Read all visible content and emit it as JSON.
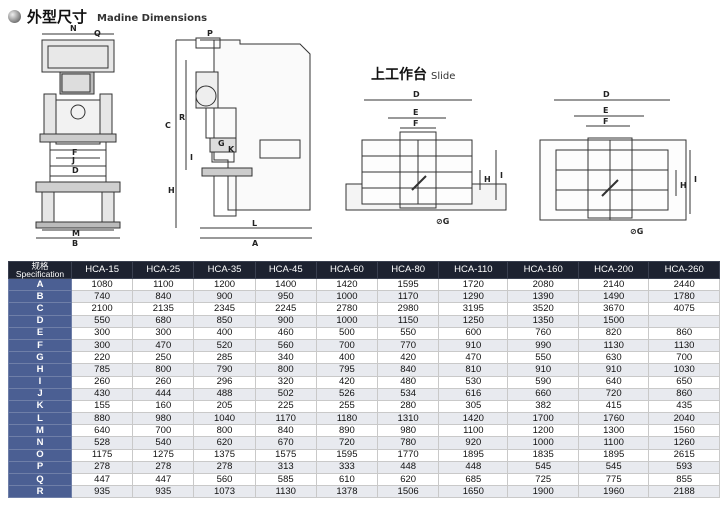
{
  "header": {
    "title_cn": "外型尺寸",
    "title_en": "Madine Dimensions"
  },
  "slide": {
    "title_cn": "上工作台",
    "title_en": "Slide"
  },
  "labels": {
    "front": [
      "N",
      "Q",
      "F",
      "J",
      "D",
      "M",
      "B"
    ],
    "side": [
      "P",
      "C",
      "R",
      "G",
      "K",
      "H",
      "I",
      "L",
      "A"
    ],
    "slide1": [
      "D",
      "E",
      "F",
      "H",
      "I",
      "⊘G"
    ],
    "slide2": [
      "D",
      "E",
      "F",
      "H",
      "I",
      "⊘G"
    ]
  },
  "table": {
    "corner_cn": "规格",
    "corner_en": "Specification",
    "models": [
      "HCA-15",
      "HCA-25",
      "HCA-35",
      "HCA-45",
      "HCA-60",
      "HCA-80",
      "HCA-110",
      "HCA-160",
      "HCA-200",
      "HCA-260"
    ],
    "rows": [
      {
        "k": "A",
        "v": [
          "1080",
          "1100",
          "1200",
          "1400",
          "1420",
          "1595",
          "1720",
          "2080",
          "2140",
          "2440"
        ]
      },
      {
        "k": "B",
        "v": [
          "740",
          "840",
          "900",
          "950",
          "1000",
          "1170",
          "1290",
          "1390",
          "1490",
          "1780"
        ]
      },
      {
        "k": "C",
        "v": [
          "2100",
          "2135",
          "2345",
          "2245",
          "2780",
          "2980",
          "3195",
          "3520",
          "3670",
          "4075"
        ]
      },
      {
        "k": "D",
        "v": [
          "550",
          "680",
          "850",
          "900",
          "1000",
          "1150",
          "1250",
          "1350",
          "1500"
        ]
      },
      {
        "k": "E",
        "v": [
          "300",
          "300",
          "400",
          "460",
          "500",
          "550",
          "600",
          "760",
          "820",
          "860"
        ]
      },
      {
        "k": "F",
        "v": [
          "300",
          "470",
          "520",
          "560",
          "700",
          "770",
          "910",
          "990",
          "1130",
          "1130"
        ]
      },
      {
        "k": "G",
        "v": [
          "220",
          "250",
          "285",
          "340",
          "400",
          "420",
          "470",
          "550",
          "630",
          "700"
        ]
      },
      {
        "k": "H",
        "v": [
          "785",
          "800",
          "790",
          "800",
          "795",
          "840",
          "810",
          "910",
          "910",
          "1030"
        ]
      },
      {
        "k": "I",
        "v": [
          "260",
          "260",
          "296",
          "320",
          "420",
          "480",
          "530",
          "590",
          "640",
          "650"
        ]
      },
      {
        "k": "J",
        "v": [
          "430",
          "444",
          "488",
          "502",
          "526",
          "534",
          "616",
          "660",
          "720",
          "860"
        ]
      },
      {
        "k": "K",
        "v": [
          "155",
          "160",
          "205",
          "225",
          "255",
          "280",
          "305",
          "382",
          "415",
          "435"
        ]
      },
      {
        "k": "L",
        "v": [
          "880",
          "980",
          "1040",
          "1170",
          "1180",
          "1310",
          "1420",
          "1700",
          "1760",
          "2040"
        ]
      },
      {
        "k": "M",
        "v": [
          "640",
          "700",
          "800",
          "840",
          "890",
          "980",
          "1100",
          "1200",
          "1300",
          "1560"
        ]
      },
      {
        "k": "N",
        "v": [
          "528",
          "540",
          "620",
          "670",
          "720",
          "780",
          "920",
          "1000",
          "1100",
          "1260"
        ]
      },
      {
        "k": "O",
        "v": [
          "1175",
          "1275",
          "1375",
          "1575",
          "1595",
          "1770",
          "1895",
          "1835",
          "1895",
          "2615"
        ]
      },
      {
        "k": "P",
        "v": [
          "278",
          "278",
          "278",
          "313",
          "333",
          "448",
          "448",
          "545",
          "545",
          "593"
        ]
      },
      {
        "k": "Q",
        "v": [
          "447",
          "447",
          "560",
          "585",
          "610",
          "620",
          "685",
          "725",
          "775",
          "855"
        ]
      },
      {
        "k": "R",
        "v": [
          "935",
          "935",
          "1073",
          "1130",
          "1378",
          "1506",
          "1650",
          "1900",
          "1960",
          "2188"
        ]
      }
    ]
  }
}
